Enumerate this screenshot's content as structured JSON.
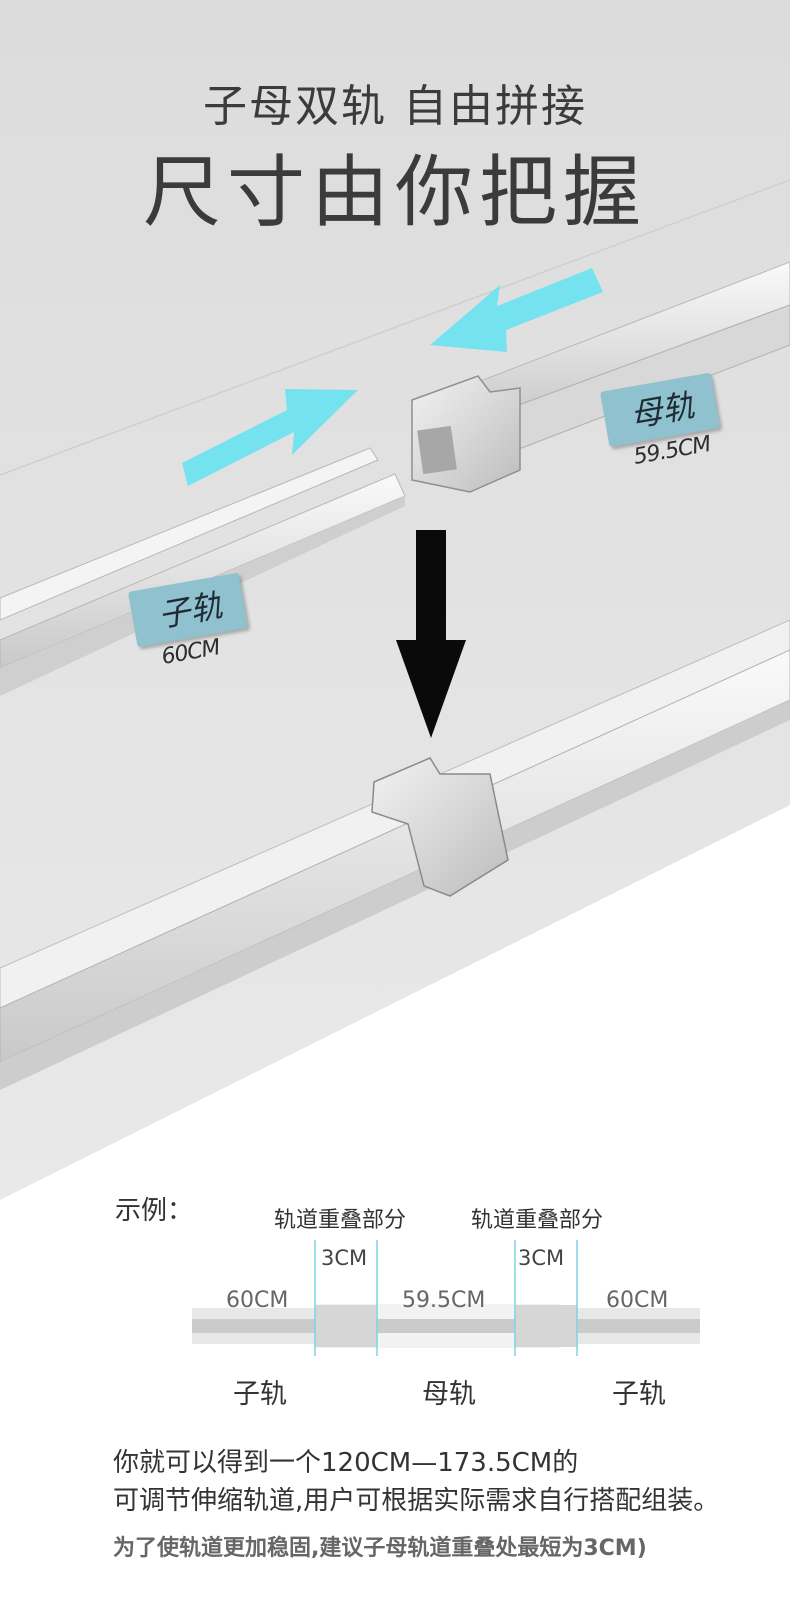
{
  "hero": {
    "title_line1": "子母双轨  自由拼接",
    "title_line2": "尺寸由你把握",
    "mother_rail": {
      "name": "母轨",
      "length": "59.5CM"
    },
    "child_rail": {
      "name": "子轨",
      "length": "60CM"
    },
    "arrow_color": "#6fe3ef"
  },
  "example": {
    "label": "示例：",
    "overlap_titles": [
      "轨道重叠部分",
      "轨道重叠部分"
    ],
    "overlap_sizes": [
      "3CM",
      "3CM"
    ],
    "segment_lengths": [
      "60CM",
      "59.5CM",
      "60CM"
    ],
    "segment_names": [
      "子轨",
      "母轨",
      "子轨"
    ],
    "guide_color": "#7fd4e6"
  },
  "description": {
    "line1": "你就可以得到一个120CM—173.5CM的",
    "line2": "可调节伸缩轨道,用户可根据实际需求自行搭配组装。",
    "note": "为了使轨道更加稳固,建议子母轨道重叠处最短为3CM)"
  }
}
